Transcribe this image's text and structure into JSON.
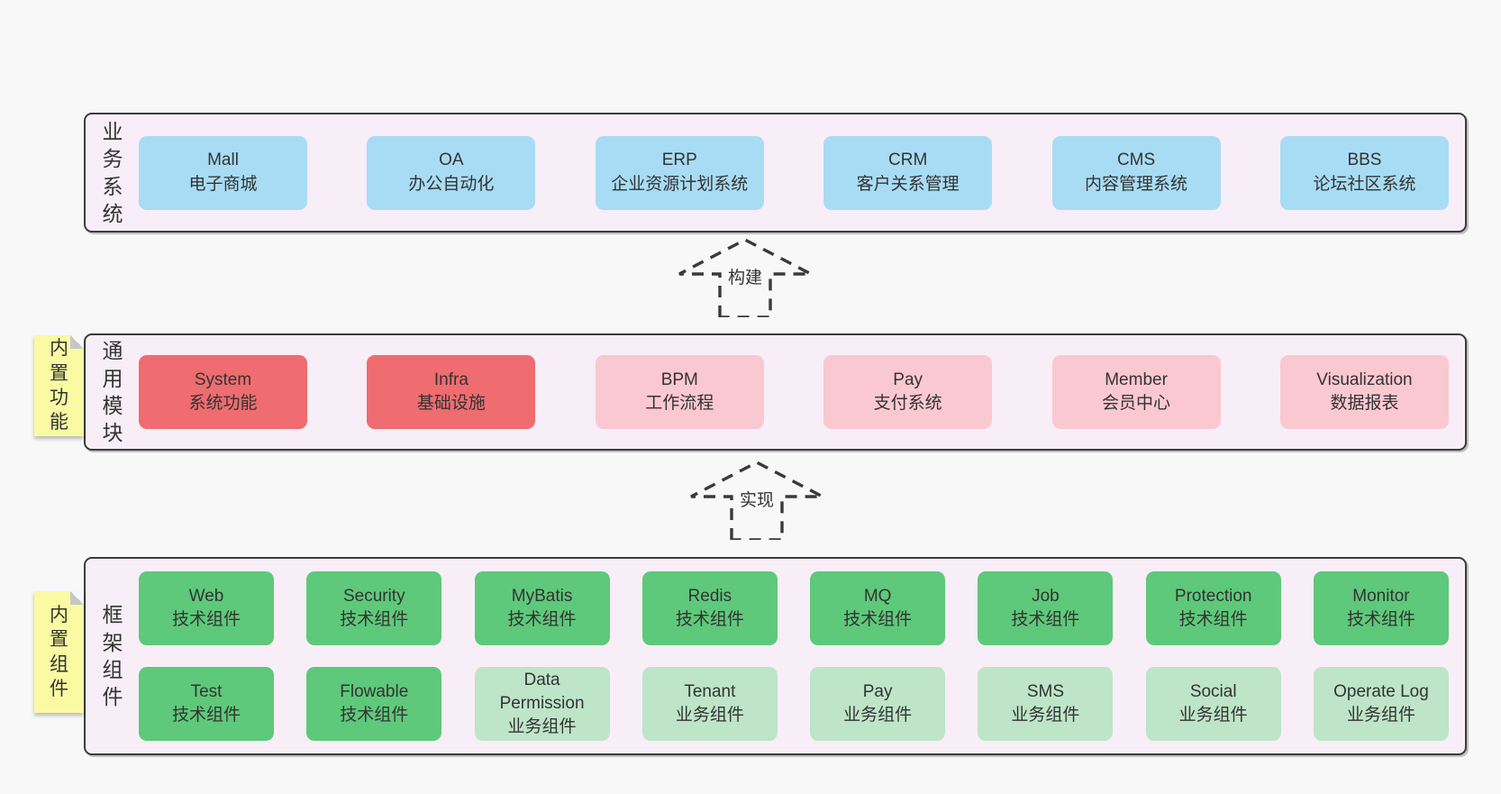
{
  "page": {
    "background": "#f8f8f8"
  },
  "palette": {
    "band_background": "#f8eef7",
    "band_border": "#3c3c3c",
    "blue_module": "#a8dcf4",
    "red_module": "#ef6c70",
    "pink_module": "#fac8d0",
    "green_module": "#5ec97a",
    "light_green_module": "#bee5c8",
    "sticky_yellow": "#fafaa2",
    "text": "#333333"
  },
  "arrows": [
    {
      "label": "构建"
    },
    {
      "label": "实现"
    }
  ],
  "layers": [
    {
      "label": "业务系统",
      "boxes": [
        {
          "title": "Mall",
          "subtitle": "电子商城",
          "variant": "blue"
        },
        {
          "title": "OA",
          "subtitle": "办公自动化",
          "variant": "blue"
        },
        {
          "title": "ERP",
          "subtitle": "企业资源计划系统",
          "variant": "blue"
        },
        {
          "title": "CRM",
          "subtitle": "客户关系管理",
          "variant": "blue"
        },
        {
          "title": "CMS",
          "subtitle": "内容管理系统",
          "variant": "blue"
        },
        {
          "title": "BBS",
          "subtitle": "论坛社区系统",
          "variant": "blue"
        }
      ]
    },
    {
      "label": "通用模块",
      "sticky": "内置功能",
      "boxes": [
        {
          "title": "System",
          "subtitle": "系统功能",
          "variant": "red"
        },
        {
          "title": "Infra",
          "subtitle": "基础设施",
          "variant": "red"
        },
        {
          "title": "BPM",
          "subtitle": "工作流程",
          "variant": "pink"
        },
        {
          "title": "Pay",
          "subtitle": "支付系统",
          "variant": "pink"
        },
        {
          "title": "Member",
          "subtitle": "会员中心",
          "variant": "pink"
        },
        {
          "title": "Visualization",
          "subtitle": "数据报表",
          "variant": "pink"
        }
      ]
    },
    {
      "label": "框架组件",
      "sticky": "内置组件",
      "rows": [
        [
          {
            "title": "Web",
            "subtitle": "技术组件",
            "variant": "green"
          },
          {
            "title": "Security",
            "subtitle": "技术组件",
            "variant": "green"
          },
          {
            "title": "MyBatis",
            "subtitle": "技术组件",
            "variant": "green"
          },
          {
            "title": "Redis",
            "subtitle": "技术组件",
            "variant": "green"
          },
          {
            "title": "MQ",
            "subtitle": "技术组件",
            "variant": "green"
          },
          {
            "title": "Job",
            "subtitle": "技术组件",
            "variant": "green"
          },
          {
            "title": "Protection",
            "subtitle": "技术组件",
            "variant": "green"
          },
          {
            "title": "Monitor",
            "subtitle": "技术组件",
            "variant": "green"
          }
        ],
        [
          {
            "title": "Test",
            "subtitle": "技术组件",
            "variant": "green"
          },
          {
            "title": "Flowable",
            "subtitle": "技术组件",
            "variant": "green"
          },
          {
            "title": "Data Permission",
            "subtitle": "业务组件",
            "variant": "lightgreen"
          },
          {
            "title": "Tenant",
            "subtitle": "业务组件",
            "variant": "lightgreen"
          },
          {
            "title": "Pay",
            "subtitle": "业务组件",
            "variant": "lightgreen"
          },
          {
            "title": "SMS",
            "subtitle": "业务组件",
            "variant": "lightgreen"
          },
          {
            "title": "Social",
            "subtitle": "业务组件",
            "variant": "lightgreen"
          },
          {
            "title": "Operate Log",
            "subtitle": "业务组件",
            "variant": "lightgreen"
          }
        ]
      ]
    }
  ]
}
